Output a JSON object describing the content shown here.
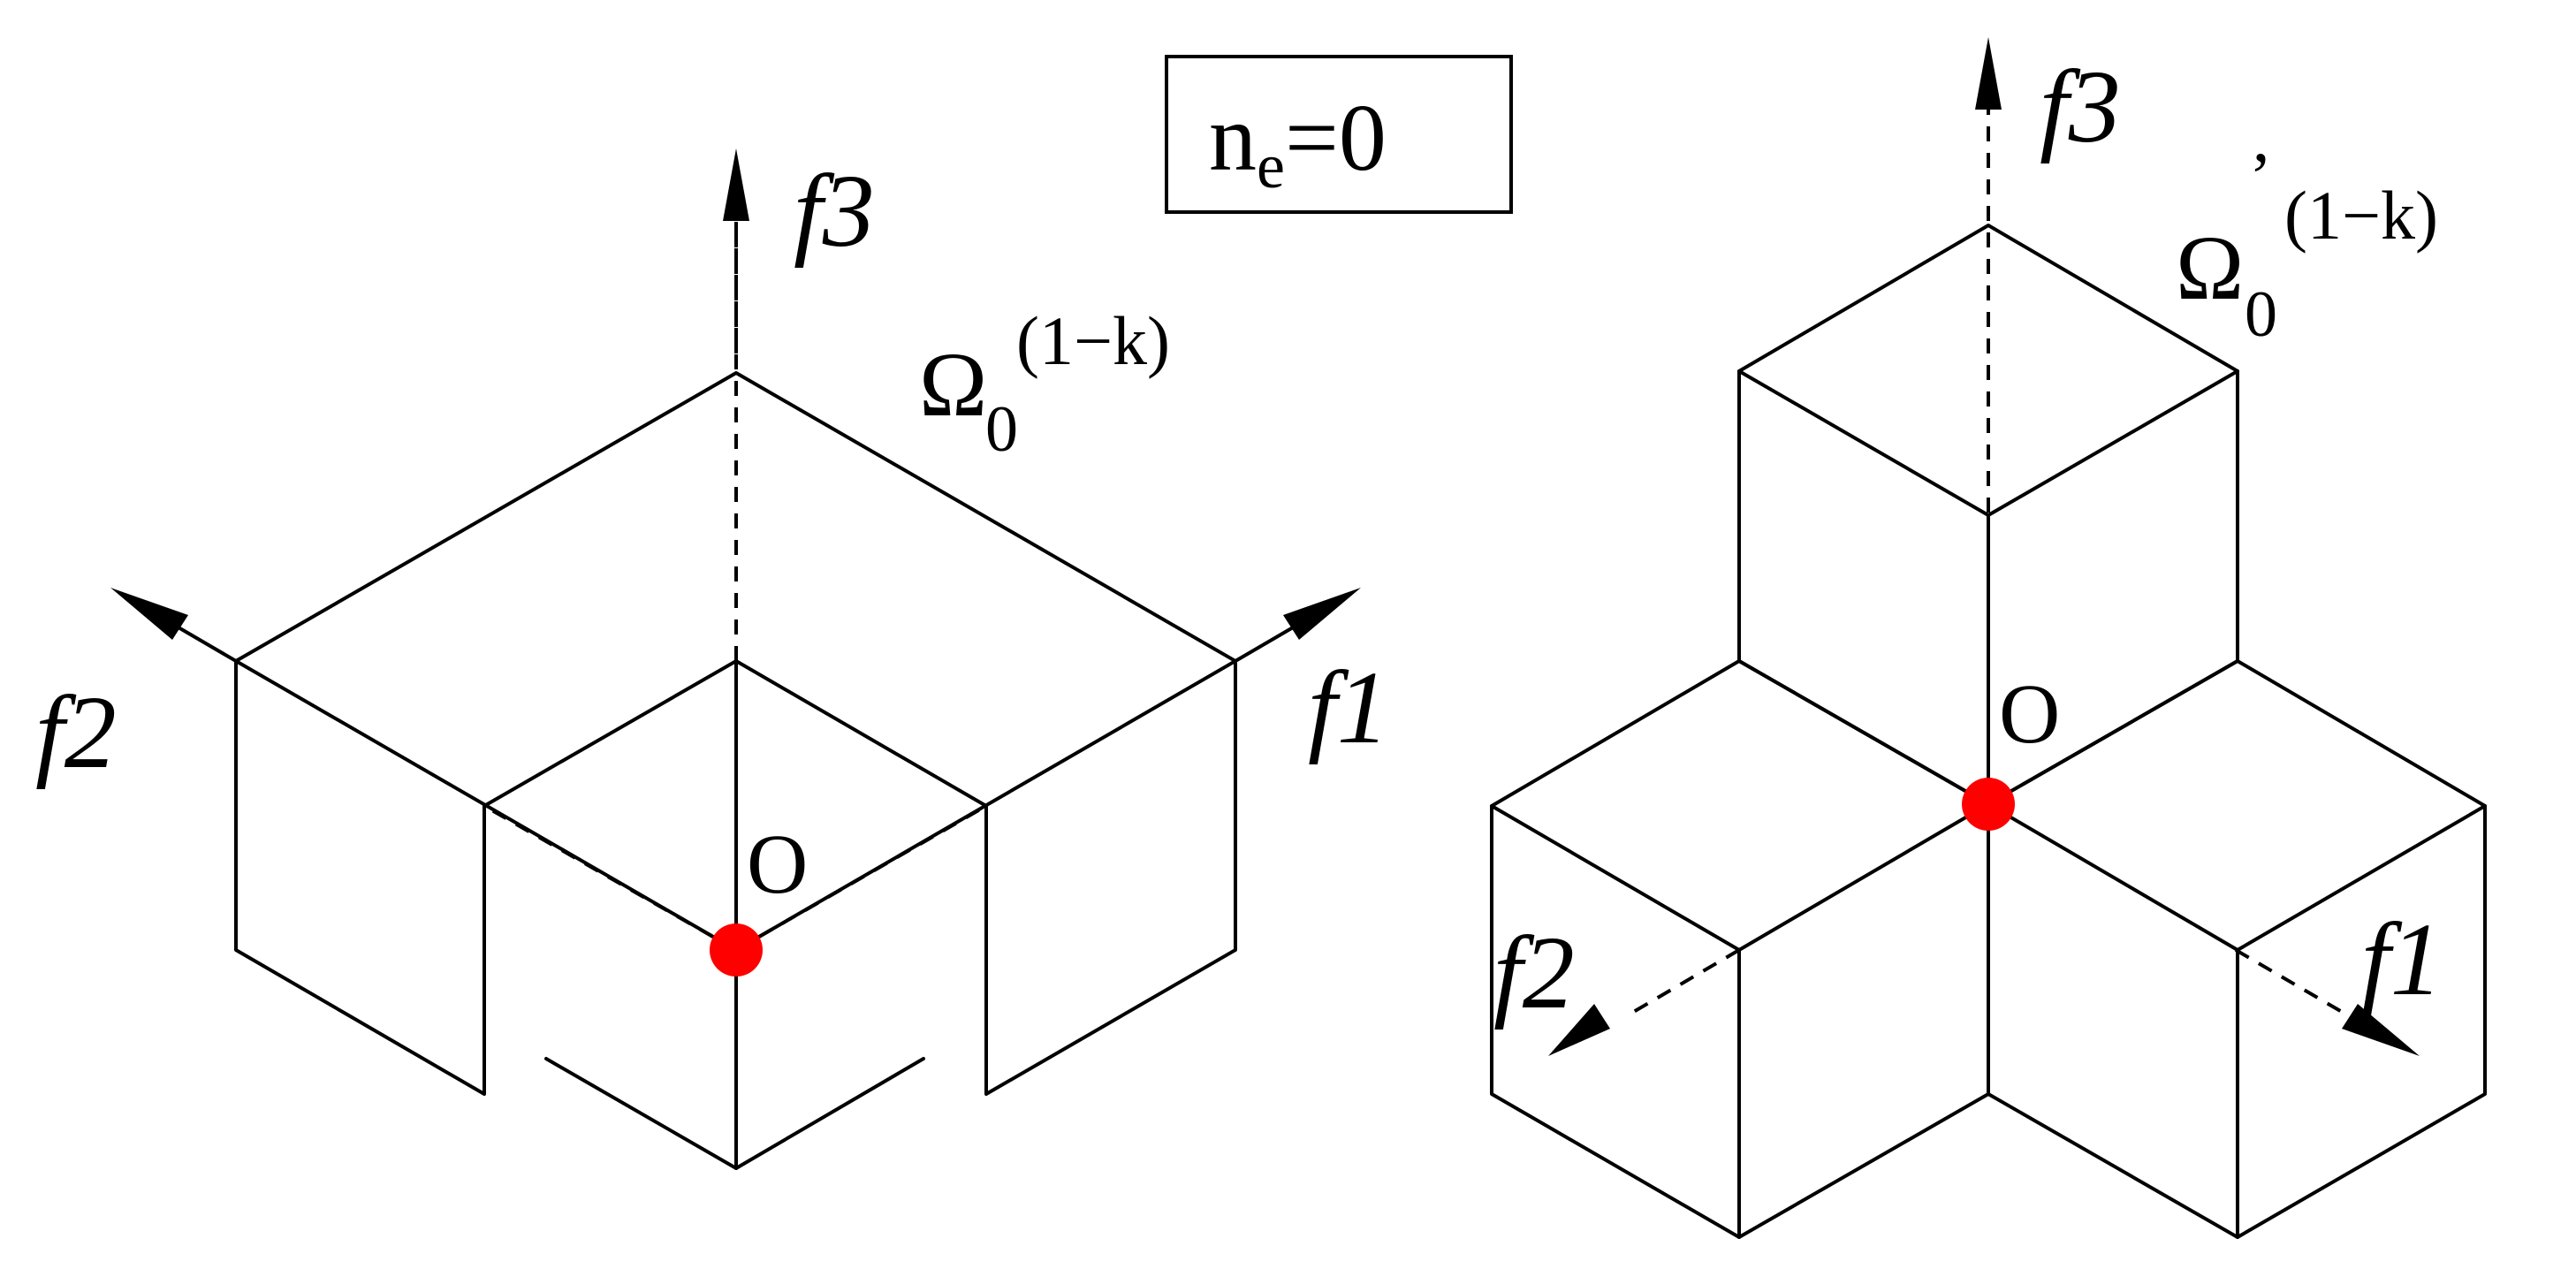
{
  "box_label": {
    "base": "n",
    "subscript": "e",
    "rest": "=0"
  },
  "left_diagram": {
    "axis_labels": {
      "f1": "f1",
      "f2": "f2",
      "f3": "f3"
    },
    "origin_label": "O",
    "region_label": {
      "symbol": "Ω",
      "subscript": "0",
      "superscript": "(1−k)"
    },
    "origin_color": "#ff0000"
  },
  "right_diagram": {
    "axis_labels": {
      "f1": "f1",
      "f2": "f2",
      "f3": "f3"
    },
    "origin_label": "O",
    "region_label": {
      "symbol": "Ω",
      "subscript": "0",
      "prime": "’",
      "superscript": "(1−k)"
    },
    "origin_color": "#ff0000"
  }
}
